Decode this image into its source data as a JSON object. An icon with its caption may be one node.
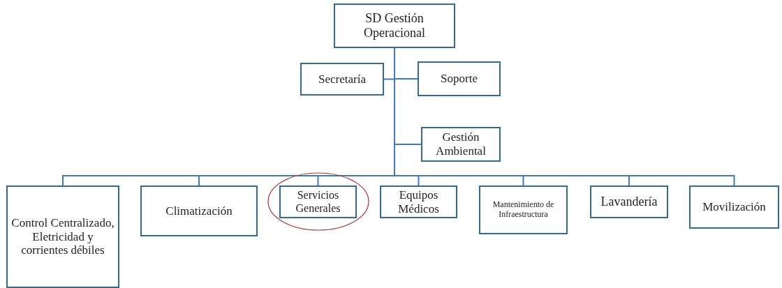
{
  "diagram": {
    "nodes": [
      {
        "text": [
          "SD Gestión Operacional"
        ]
      },
      {
        "text": [
          "Secretaría"
        ]
      },
      {
        "text": [
          "Soporte"
        ]
      },
      {
        "text": [
          "Gestión Ambiental"
        ]
      },
      {
        "text": [
          "Control Centralizado, Eletricidad y corrientes débiles"
        ]
      },
      {
        "text": [
          "Climatización"
        ]
      },
      {
        "text": [
          "Servicios Generales"
        ]
      },
      {
        "text": [
          "Equipos Médicos"
        ]
      },
      {
        "text": [
          "Mantenimiento de Infraestructura"
        ]
      },
      {
        "text": [
          "Lavandería"
        ]
      },
      {
        "text": [
          "Movilización"
        ]
      }
    ],
    "edges": [
      {
        "from": 0,
        "to": 1,
        "arrow": "none"
      },
      {
        "from": 0,
        "to": 2,
        "arrow": "none"
      },
      {
        "from": 0,
        "to": 3,
        "arrow": "none"
      },
      {
        "from": 0,
        "to": 4,
        "arrow": "none"
      },
      {
        "from": 0,
        "to": 5,
        "arrow": "none"
      },
      {
        "from": 0,
        "to": 6,
        "arrow": "none"
      },
      {
        "from": 0,
        "to": 7,
        "arrow": "none"
      },
      {
        "from": 0,
        "to": 8,
        "arrow": "none"
      },
      {
        "from": 0,
        "to": 9,
        "arrow": "none"
      },
      {
        "from": 0,
        "to": 10,
        "arrow": "none"
      }
    ]
  }
}
